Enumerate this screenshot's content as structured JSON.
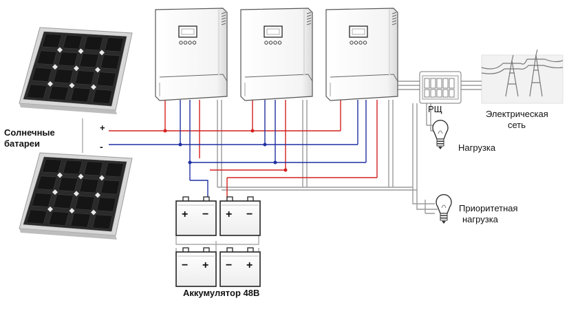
{
  "labels": {
    "solar": [
      "Солнечные",
      "батареи"
    ],
    "panel_plus": "+",
    "panel_minus": "-",
    "battery_title": "Аккумулятор 48В",
    "distribution_board": "РЩ",
    "grid": [
      "Электрическая",
      "сеть"
    ],
    "load": "Нагрузка",
    "priority_load": [
      "Приоритетная",
      "нагрузка"
    ],
    "bat_plus": "+",
    "bat_minus": "−"
  },
  "colors": {
    "positive_wire": "#d42020",
    "negative_wire": "#1f2fa0",
    "ac_wire": "#9a9a9a",
    "panel_cell": "#151515",
    "panel_frame": "#d8d8d8"
  }
}
